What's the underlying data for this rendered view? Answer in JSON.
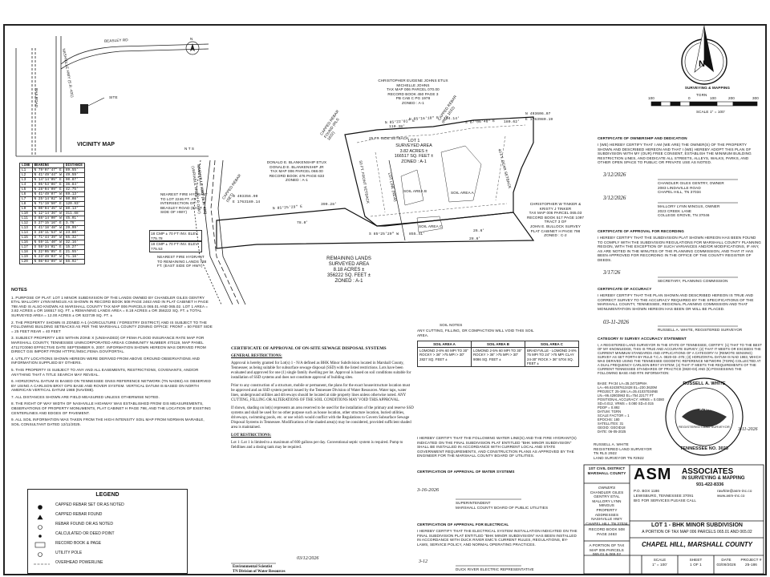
{
  "vicinity_map": {
    "title": "VICINITY MAP",
    "north": "N",
    "nts": "N T S",
    "site": "SITE",
    "road1": "BEASLEY RD",
    "road2": "NASHVILLE HWY (S.R.-431)",
    "railroad": "RAILROAD"
  },
  "line_table": {
    "headers": [
      "LINE",
      "BEARING",
      "DISTANCE"
    ],
    "rows": [
      [
        "L1",
        "N 79°07'47\" E",
        "89.55'"
      ],
      [
        "L2",
        "N 41°49'44\" W",
        "49.59'"
      ],
      [
        "L3",
        "N 14°14'05\" E",
        "90.87'"
      ],
      [
        "L4",
        "S 05°53'06\" E",
        "36.84'"
      ],
      [
        "L5",
        "N 28°04'09\" E",
        "42.75'"
      ],
      [
        "L6",
        "N 41°49'07\" W",
        "69.13'"
      ],
      [
        "L7",
        "N 25°14'02\" W",
        "60.08'"
      ],
      [
        "L8",
        "N 71°19'50\" E",
        "120.93'"
      ],
      [
        "L9",
        "N 00°04'45\" W",
        "80.13'"
      ],
      [
        "L10",
        "N 12°14'36\" W",
        "311.68'"
      ],
      [
        "L11",
        "S 88°14'00\" W",
        "45.01'"
      ],
      [
        "L12",
        "S 27°15'16\" E",
        "3.76'"
      ],
      [
        "L13",
        "S 41°18'48\" W",
        "29.99'"
      ],
      [
        "L14",
        "S 28°11'53\" W",
        "23.80'"
      ],
      [
        "L15",
        "S 71°44'39\" W",
        "65.32'"
      ],
      [
        "L16",
        "N 59°11'40\" W",
        "32.16'"
      ],
      [
        "L17",
        "S 58°34'01\" E",
        "15.27'"
      ],
      [
        "L18",
        "N 22°05'05\" E",
        "21.55'"
      ],
      [
        "L19",
        "N 23°49'03\" W",
        "71.18'"
      ],
      [
        "L20",
        "N 08°03'09\" W",
        "66.92'"
      ]
    ]
  },
  "plat": {
    "remaining_lands": [
      "REMAINING LANDS",
      "SURVEYED AREA",
      "8.18 Acres ±",
      "356222 Sq. Feet ±",
      "ZONED : A-1"
    ],
    "lot1": [
      "LOT 1",
      "SURVEYED AREA",
      "3.82 Acres ±",
      "166517 Sq. Feet ±",
      "ZONED : A-1"
    ],
    "owner_north": [
      "CHRISTOPHER EUGENE JOHNS ETUX",
      "MICHELLE JOHNS",
      "TAX MAP 006 PARCEL 070.00",
      "RECORD BOOK 450 PAGE 3",
      "PB CAB C PG 1978",
      "ZONED : A-1"
    ],
    "owner_west": [
      "DONALD E. BLANKENSHIP ETUX",
      "DONALD E. BLANKENSHIP JR",
      "TAX MAP 006 PARCEL 068.00",
      "RECORD BOOK 476 PAGE 633",
      "ZONED : A-1"
    ],
    "owner_east": [
      "CHRISTOPHER W TINKER &",
      "KRISTY J TINKER",
      "TAX MAP 006 PARCEL 065.03",
      "RECORD BOOK 517 PAGE 1097",
      "TRACT 3 OF",
      "JOHN E. BULLOCK SURVEY",
      "PLAT CABINET H PAGE 798",
      "ZONED : C-2"
    ],
    "bearings": [
      "N 85°22'01\" E",
      "110.38'",
      "N 85°16'10\" E",
      "194.14'",
      "S 87°06'48\" E",
      "180.62'",
      "N 85°25'29\" E",
      "399.28'",
      "S 85°25'29\" W",
      "855.41'",
      "78.0'",
      "26.6'",
      "28.6'"
    ],
    "coords": [
      "N 493606.07",
      "E 1763980.19",
      "N 493356.90",
      "E 1763180.14"
    ],
    "setback_labels": [
      "25 FT. SIDE SETBACK",
      "50 FT. FRONT SETBACK",
      "40 FT. REAR SETBACK",
      "SOIL AREA A",
      "SOIL AREA B",
      "SOIL AREA C"
    ],
    "rebar_labels": [
      "CAPPED REBAR FOUND (RLS 1632)",
      "CAPPED REBAR (SET)",
      "CAPPED REBAR (RLS 1632)"
    ],
    "hydrants": [
      "NEAREST FIRE HYDRANT TO LOT 2246 FT. AT INTERSECTION OF BEASLEY ROAD (EAST SIDE OF HWY)",
      "NEAREST FIRE HYDRANT TO REMAINING LANDS 738 FT. (EAST SIDE OF HWY)"
    ],
    "culverts": [
      "18 CMP ± 70 FT INV. ELEV. 775.78",
      "18 CMP ± 70 FT INV. ELEV. 775.53"
    ],
    "hwy": "NASHVILLE HWY (S.R. 431)",
    "row": "(VARIABLE WIDTH R.O.W.)",
    "lot_line": "LOT LINE (NEW)"
  },
  "north_arrow": {
    "letter": "N",
    "company": "SURVEYING & MAPPING",
    "grid": "TGRN",
    "scale_ticks": [
      "100",
      "0",
      "100",
      "200",
      "300"
    ],
    "scale_text": "SCALE 1\" = 100'"
  },
  "notes": {
    "heading": "NOTES",
    "items": [
      "1.  PURPOSE OF PLAT: LOT 1 MINOR SUBDIVISION OF THE LANDS OWNED BY CHANDLER GILES GENTRY ETAL MALLORY LYNN MINGUS AS SHOWN IN RECORD BOOK 508 PAGE 2463 AND IN PLAT CABINET H PAGE 798 AND IS ALSO KNOWN AS MARSHALL COUNTY TAX MAP 006 PARCELS 065.01 AND 065.02.  LOT 1 AREA = 3.82 ACRES ± OR 166517 SQ. FT. ±  REMAINING LANDS AREA = 8.18 ACRES ± OR 356222 SQ. FT. ±  TOTAL SURVEYED AREA = 12.00 ACRES ± OR 522739 SQ. FT. ±",
      "2.  THE PROPERTY SHOWN IS ZONED A-1 (AGRICULTURE / FORESTRY DISTRICT) AND IS SUBJECT TO THE FOLLOWING BUILDING SETBACKS AS PER THE MARSHALL COUNTY ZONING OFFICE:  FRONT = 50 FEET  SIDE = 25 FEET  REAR = 40 FEET",
      "3.  SUBJECT PROPERTY LIES WITHIN ZONE X (UNSHADED) OF FEMA FLOOD INSURANCE RATE MAP FOR MARSHALL COUNTY, TENNESSEE UNINCORPORATED AREAS COMMUNITY NUMBER 470119, MAP PANEL 47117C0060 EFFECTIVE DATE SEPTEMBER 9, 2007. INFORMATION SHOWN HEREON WAS DERIVED FROM DIRECT GIS IMPORT FROM HTTPS://MSC.FEMA.GOV/PORTAL.",
      "4.  UTILITY LOCATIONS SHOWN HEREON WERE DERIVED FROM ABOVE GROUND OBSERVATIONS AND INFORMATION SUPPLIED BY OTHERS.",
      "5.  THIS PROPERTY IS SUBJECT TO ANY AND ALL EASEMENTS, RESTRICTIONS, COVENANTS, AND/OR ANYTHING THAT A TITLE SEARCH MAY REVEAL.",
      "6.  HORIZONTAL DATUM IS BASED ON TENNESSEE GNSS REFERENCE NETWORK (TN NAD83) AS OBSERVED BY USING A CARLSON BRX7 GPS BASE AND ROVER SYSTEM. VERTICAL DATUM IS BASED ON NORTH AMERICAN VERTICAL DATUM 1988 (NAVD88).",
      "7.  ALL DISTANCES SHOWN ARE FIELD MEASURED UNLESS OTHERWISE NOTED.",
      "8.  THE RIGHT OF WAY WIDTH OF NASHVILLE HIGHWAY WAS ESTABLISHED FROM GIS MEASUREMENTS, OBSERVATIONS OF PROPERTY MONUMENTS, PLAT CABINET H PAGE 798, AND THE LOCATION OF EXISTING CENTERLINES AND EDGES OF PAVEMENT.",
      "9.  ALL SOIL INFORMATION WAS TAKEN FROM THE HIGH INTENSITY SOIL MAP FROM NORMAN MARABLE, SOIL CONSULTANT DATED 12/11/2025."
    ]
  },
  "legend": {
    "title": "LEGEND",
    "items": [
      "CAPPED REBAR SET OR AS NOTED",
      "CAPPED REBAR FOUND",
      "REBAR FOUND OR AS NOTED",
      "CALCULATED OR DEED POINT",
      "RECORD BOOK & PAGE",
      "UTILITY POLE",
      "OVERHEAD POWERLINE"
    ]
  },
  "sewage_cert": {
    "title": "CERTIFICATE OF APPROVAL OF ON-SITE SEWAGE DISPOSAL SYSTEMS",
    "general_heading": "GENERAL RESTRICTIONS:",
    "p1": "Approval is hereby granted for Lot(s) 1 - N/A defined as BHK Minor Subdivision located in Marshall County, Tennessee; as being suitable for subsurface sewage disposal (SSD) with the listed restrictions. Lots have been evaluated and approved for one (1) single family dwelling per lot. Approval is based on soil conditions suitable for installation of SSD systems and does not constitute approval of building sites.",
    "p2": "Prior to any construction of a structure, mobile or permanent, the plans for the exact house/structure location must be approved and an SSD system permit issued by the Tennessee Division of Water Resources. Water taps, water lines, underground utilities and driveways should be located at side property lines unless otherwise noted. ANY CUTTING, FILLING OR ALTERATIONS OF THE SOIL CONDITIONS MAY VOID THIS APPROVAL.",
    "p3": "If shown, shading on lot(s) represents an area reserved to be used for the installation of the primary and reserve SSD systems and shall be used for no other purpose such as house location, other structure location, buried utilities, driveways, swimming pools, etc. or use which would conflict with the Regulations to Govern Subsurface Sewage Disposal Systems in Tennessee. Modifications of the shaded area(s) may be considered, provided sufficient shaded area is maintained.",
    "lot_heading": "LOT RESTRICTIONS:",
    "lot1": "Lot 1: Lot 1 is limited to a maximum of 600 gallons per day. Conventional septic system is required. Pump to fieldlines and a dosing tank may be required.",
    "sig_title1": "Environmental Scientist",
    "sig_title2": "TN Division of Water Resources",
    "date": "03/12/2026"
  },
  "soil_areas": {
    "caption1": "SOIL NOTES",
    "caption2": "ANY CUTTING, FILLING, OR COMPACTION WILL VOID THIS SOIL AREA.",
    "headers": [
      "SOIL AREA A",
      "SOIL AREA B",
      "SOIL AREA C"
    ],
    "cells": [
      "LOMOND 2-8%  60 MPI TO 30\"  ROCKY > 36\"  >75 MPI > 30\"  2827 Sq. Feet ±",
      "LOMOND 2-5%  60 MPI TO 30\"  ROCKY > 36\"  >75 MPI > 30\"  9086 Sq. Feet ±",
      "BRADYVILLE - LOMOND 2-8%  75 MPI TO 24\"  >75 MPI CLAY 24-30\"  ROCK > 36\"  5704 Sq. Feet ±"
    ]
  },
  "water_cert": {
    "p1": "I HEREBY CERTIFY THAT THE FOLLOWING WATER LINE(S) AND THE FIRE HYDRANT(S) INDICATED ON THE FINAL SUBDIVISION PLAT ENTITLED \"BHK MINOR SUBDIVISION\" SHALL BE INSTALLED IN ACCORDANCE WITH CURRENT LOCAL AND STATE GOVERNMENT REQUIREMENTS, AND CONSTRUCTION PLANS AS APPROVED BY THE ENGINEER FOR THE MARSHALL COUNTY BOARD OF UTILITIES.",
    "title": "CERTIFICATION OF APPROVAL OF WATER SYSTEMS",
    "date": "3-16-2026",
    "sig1": "SUPERINTENDENT",
    "sig2": "MARSHALL COUNTY BOARD OF PUBLIC UTILITIES"
  },
  "electrical_cert": {
    "title": "CERTIFICATION OF APPROVAL FOR ELECTRICAL",
    "p1": "I HEREBY CERTIFY THAT THE ELECTRICAL SYSTEM INSTALLATION INDICATED ON THE FINAL SUBDIVISION PLAT ENTITLED \"BHK MINOR SUBDIVISION\" HAS BEEN INSTALLED IN ACCORDANCE WITH DUCK RIVER EMC'S CURRENT RULES, REGULATIONS, BY-LAWS, SERVICE POLICY, AND NORMAL OPERATING PRACTICES.",
    "date": "3-12",
    "sig": "DUCK RIVER ELECTRIC REPRESENTATIVE"
  },
  "ownership_cert": {
    "title": "CERTIFICATE OF OWNERSHIP AND DEDICATION",
    "p1": "I (WE) HEREBY CERTIFY THAT I AM (WE ARE) THE OWNER(S) OF THE PROPERTY SHOWN AND DESCRIBED HEREON AND THAT I (WE) HEREBY ADOPT THIS PLAN OF SUBDIVISION WITH MY (OUR) FREE CONSENT, ESTABLISH THE MINIMUM BUILDING RESTRICTION LINES, AND DEDICATE ALL STREETS, ALLEYS, WALKS, PARKS, AND OTHER OPEN SPACE TO PUBLIC OR PRIVATE USE AS NOTED.",
    "date1": "3/12/2026",
    "owner1": [
      "CHANDLER GILES GENTRY, OWNER",
      "2083 LINDAVILLE ROAD",
      "CHAPEL HILL, TN 37034"
    ],
    "date2": "3/12/2026",
    "owner2": [
      "MALLORY LYNN MINGUS, OWNER",
      "2023 CREEK LANE",
      "COLLEGE GROVE, TN 37046"
    ]
  },
  "recording_cert": {
    "title": "CERTIFICATE OF APPROVAL FOR RECORDING",
    "p1": "I HEREBY CERTIFY THAT THE SUBDIVISION PLAT SHOWN HEREON HAS BEEN FOUND TO COMPLY WITH THE SUBDIVISION REGULATIONS FOR MARSHALL COUNTY PLANNING REGION, WITH THE EXCEPTION OF SUCH VARIANCES AND/OR MODIFICATIONS, IF ANY, AS ARE NOTED IN THE MINUTES OF THE PLANNING COMMISSION, AND THAT IT HAS BEEN APPROVED FOR RECORDING IN THE OFFICE OF THE COUNTY REGISTER OF DEEDS.",
    "date": "3/17/26",
    "sig": "SECRETARY, PLANNING COMMISSION"
  },
  "accuracy_cert": {
    "title": "CERTIFICATE OF ACCURACY",
    "p1": "I HEREBY CERTIFY THAT THE PLAN SHOWN AND DESCRIBED HEREON IS TRUE AND CORRECT SURVEY TO THE ACCURACY REQUIRED BY THE SPECIFICATIONS OF THE MARSHALL COUNTY, TENNESSEE, REGIONAL PLANNING COMMISSION AND THAT MONUMENTATION SHOWN HEREON HAS BEEN OR WILL BE PLACED.",
    "date": "03-11-2026",
    "sig": "RUSSELL A. WHITE, REGISTERED SURVEYOR"
  },
  "category_cert": {
    "title": "CATEGORY IV SURVEY ACCURACY STATEMENT",
    "p1": "I, A REGISTERED LAND SURVEYOR IN THE STATE OF TENNESSEE, CERTIFY: (1) THAT TO THE BEST OF MY KNOWLEDGE, THIS IS TRUE AND ACCURATE SURVEY; (2) THAT IT MEETS OR EXCEEDS THE CURRENT MINIMUM STANDARDS AND APPLICATIONS OF A CATEGORY IV (REMOTE SENSING) SURVEY AS SET FORTH BY RULE T.C.A. 0820-03-.07E; (3) HORIZONTAL DATUM IS NAD 1983, WHICH WAS DERIVED USING THE TENNESSEE GEODETIC REFERENCE NETWORK (TGRN) COLLECTED AT A DUAL FREQUENCY CARLSON BRX7 SYSTEM; (4) THAT IT MEETS THE REQUIREMENTS OF THE CURRENT TENNESSEE STANDARDS OF PRACTICE (0820-03) AND (5) POSSESSING THE FOLLOWING BASE AND RTK INFORMATION:",
    "data": [
      "BASE: PH:34 LA=35.24719PMA LA=-86.624387613428 EL=230.3620M",
      "PROJECT: 25-186 LA=35.41037034NB LN=-86.42803963 EL=754.22177 FT",
      "POSITIONAL ACCURACY: HRMS = 0.0380 SD=0.012, VRMS = 0.080 SD=0.015",
      "PDOP = 0.892",
      "DATUM: TGRN",
      "SCALE FACTOR = 1",
      "EPOCHS: 180",
      "SATELLITES: 31",
      "GEOID: GEOID18",
      "DATE: 06-05-2025"
    ]
  },
  "seal": {
    "top": "RUSSELL A. WHITE",
    "bottom": "TENNESSEE NO. 3023",
    "middle": "REGISTERED LAND SURVEYOR",
    "initials": "RAW",
    "date": "3-11-2026"
  },
  "surveyor": {
    "name": "RUSSELL A. WHITE",
    "lines": [
      "REGISTERED LAND SURVEYOR",
      "TN RLS 2922",
      "LAND SURVEYOR TN #2922"
    ]
  },
  "titleblock": {
    "district": "1st CIVIL DISTRICT",
    "county": "MARSHALL COUNTY",
    "owners_label": "Owners",
    "owners": [
      "CHANDLER GILES GENTRY ETAL",
      "MALLORY LYNN MINGUS"
    ],
    "property_label": "PROPERTY ADDRESSES",
    "address": [
      "NASHVILLE HWY",
      "CHAPEL HILL TN 37034"
    ],
    "book_label": "RECORD BOOK 508",
    "book_page": "PAGE 2463",
    "company": "ASM",
    "company_sub": "ASSOCIATES",
    "company_sub2": "IN SURVEYING & MAPPING",
    "phone": "931-422-8336",
    "contact": [
      "P.O. BOX 1186",
      "LEWISBURG, TENNESSEE 37091",
      "BIG FOR SERVICES PLEASE CALL"
    ],
    "email": "rawhite@asm-inc.co",
    "website": "www.asm-inc.co",
    "project": "LOT 1 - BHK MINOR SUBDIVISION",
    "project_sub": "A PORTION OF TAX MAP 006 PARCELS 065.01 AND 065.02",
    "location": "CHAPEL HILL, MARSHALL COUNTY",
    "taxmap_label": "A PORTION OF TAX MAP 006 PARCELS",
    "taxmap": "065.01 & 065.02",
    "scale_label": "SCALE",
    "scale": "1\" = 100'",
    "sheet_label": "SHEET",
    "sheet": "1 OF 1",
    "date_label": "DATE",
    "date": "03/09/2026",
    "project_label": "PROJECT #",
    "project_no": "25-186"
  }
}
